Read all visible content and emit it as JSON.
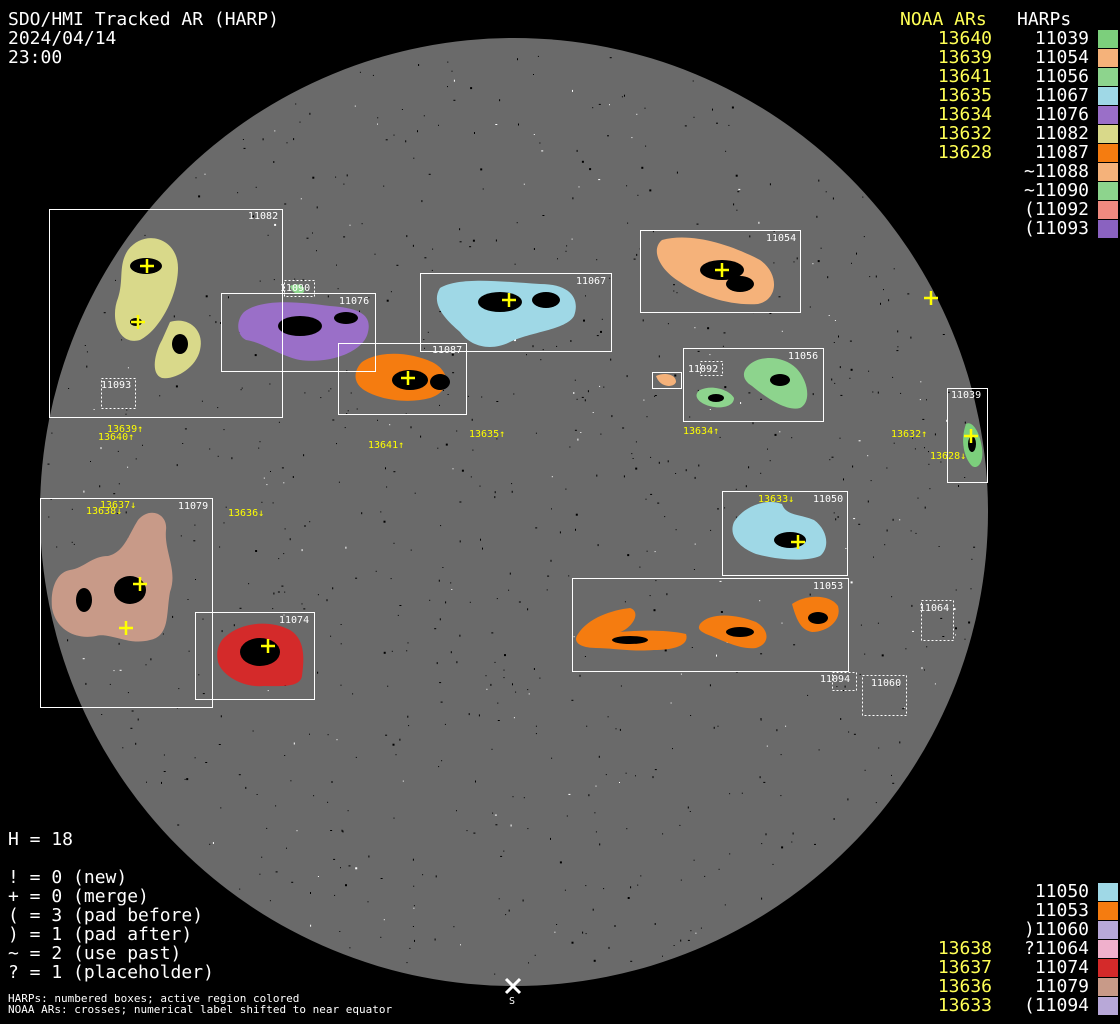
{
  "header": {
    "title": "SDO/HMI Tracked AR (HARP)",
    "date": "2024/04/14",
    "time": "23:00"
  },
  "legend_top": {
    "noaa_heading": "NOAA ARs",
    "harp_heading": "HARPs",
    "rows": [
      {
        "noaa": "13640",
        "harp": "11039",
        "color": "#7ccf7c"
      },
      {
        "noaa": "13639",
        "harp": "11054",
        "color": "#f5b27a"
      },
      {
        "noaa": "13641",
        "harp": "11056",
        "color": "#8dd48d"
      },
      {
        "noaa": "13635",
        "harp": "11067",
        "color": "#9fd8e6"
      },
      {
        "noaa": "13634",
        "harp": "11076",
        "color": "#9a6fc8"
      },
      {
        "noaa": "13632",
        "harp": "11082",
        "color": "#d9d98a"
      },
      {
        "noaa": "13628",
        "harp": "11087",
        "color": "#f57c10"
      },
      {
        "noaa": "",
        "harp": "~11088",
        "color": "#f5b27a"
      },
      {
        "noaa": "",
        "harp": "~11090",
        "color": "#8dd48d"
      },
      {
        "noaa": "",
        "harp": "(11092",
        "color": "#f08a80"
      },
      {
        "noaa": "",
        "harp": "(11093",
        "color": "#8a62c0"
      }
    ]
  },
  "legend_bottom": {
    "rows": [
      {
        "noaa": "",
        "harp": "11050",
        "color": "#9fd8e6"
      },
      {
        "noaa": "",
        "harp": "11053",
        "color": "#f57c10"
      },
      {
        "noaa": "",
        "harp": ")11060",
        "color": "#b8a8d8"
      },
      {
        "noaa": "13638",
        "harp": "?11064",
        "color": "#f0b0cc"
      },
      {
        "noaa": "13637",
        "harp": "11074",
        "color": "#d42a2a"
      },
      {
        "noaa": "13636",
        "harp": "11079",
        "color": "#c89a88"
      },
      {
        "noaa": "13633",
        "harp": "(11094",
        "color": "#b8a8d8"
      }
    ]
  },
  "stats": {
    "h_count": "H = 18",
    "lines": [
      "! = 0 (new)",
      "+ = 0 (merge)",
      "( = 3 (pad before)",
      ") = 1 (pad after)",
      "~ = 2 (use past)",
      "? = 1 (placeholder)"
    ]
  },
  "footer": {
    "line1": "HARPs: numbered boxes; active region colored",
    "line2": "NOAA ARs: crosses; numerical label shifted to near equator"
  },
  "south_label": "S",
  "disk": {
    "harp_box_labels": [
      "11082",
      "11090",
      "11076",
      "11067",
      "11054",
      "11087",
      "11092",
      "11056",
      "11039",
      "11093",
      "11079",
      "11074",
      "11050",
      "11053",
      "11064",
      "11094",
      "11060"
    ],
    "noaa_labels": [
      "13639↑",
      "13640↑",
      "13641↑",
      "13635↑",
      "13634↑",
      "13632↑",
      "13628↓",
      "13637↓",
      "13638↓",
      "13636↓",
      "13633↓"
    ]
  }
}
